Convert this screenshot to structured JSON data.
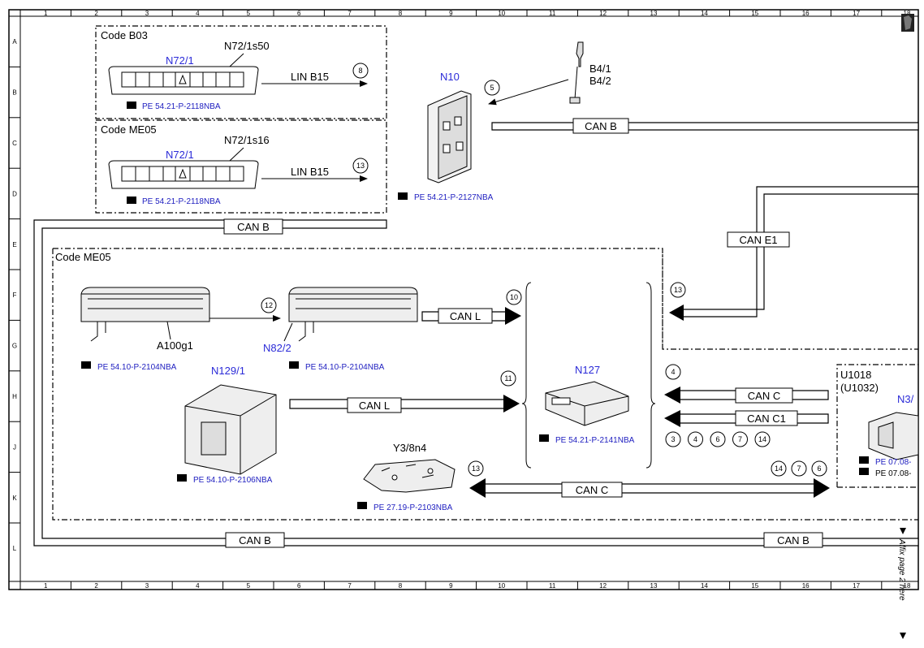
{
  "grid": {
    "columns": [
      "1",
      "2",
      "3",
      "4",
      "5",
      "6",
      "7",
      "8",
      "9",
      "10",
      "11",
      "12",
      "13",
      "14",
      "15",
      "16",
      "17",
      "18"
    ],
    "rows": [
      "A",
      "B",
      "C",
      "D",
      "E",
      "F",
      "G",
      "H",
      "J",
      "K",
      "L"
    ]
  },
  "sections": {
    "b03": {
      "label": "Code B03",
      "component": "N72/1",
      "switch": "N72/1s50",
      "bus": "LIN B15",
      "circle": "8",
      "ref": "PE 54.21-P-2118NBA"
    },
    "me05_top": {
      "label": "Code ME05",
      "component": "N72/1",
      "switch": "N72/1s16",
      "bus": "LIN B15",
      "circle": "13",
      "ref": "PE 54.21-P-2118NBA"
    },
    "me05_main": {
      "label": "Code ME05"
    },
    "u1018": {
      "label": "U1018",
      "sublabel": "(U1032)",
      "component": "N3/",
      "ref1": "PE 07.08-",
      "ref2": "PE 07.08-"
    }
  },
  "components": {
    "n10": {
      "label": "N10",
      "ref": "PE 54.21-P-2127NBA",
      "circle": "5"
    },
    "b4": {
      "label1": "B4/1",
      "label2": "B4/2"
    },
    "a100g1": {
      "label": "A100g1",
      "ref": "PE 54.10-P-2104NBA"
    },
    "n82_2": {
      "label": "N82/2",
      "ref": "PE 54.10-P-2104NBA",
      "circle": "12"
    },
    "n129_1": {
      "label": "N129/1",
      "ref": "PE 54.10-P-2106NBA"
    },
    "n127": {
      "label": "N127",
      "ref": "PE 54.21-P-2141NBA"
    },
    "y3_8n4": {
      "label": "Y3/8n4",
      "ref": "PE 27.19-P-2103NBA"
    }
  },
  "buses": {
    "can_b_top": "CAN B",
    "can_b_left": "CAN B",
    "can_e1": "CAN E1",
    "can_l_top": "CAN L",
    "can_l_mid": "CAN L",
    "can_c_right": "CAN C",
    "can_c1": "CAN C1",
    "can_c_bottom": "CAN C",
    "can_b_bottom_left": "CAN B",
    "can_b_bottom_right": "CAN B"
  },
  "circles": {
    "c10": "10",
    "c11": "11",
    "c13_right": "13",
    "c4": "4",
    "c13_bottom": "13",
    "row_n127": [
      "3",
      "4",
      "6",
      "7",
      "14"
    ],
    "row_bottom_right": [
      "14",
      "7",
      "6"
    ]
  },
  "side_note": "Affix page 2 here",
  "colors": {
    "component_label": "#2b2bd8",
    "reference": "#2020c0",
    "line": "#000000"
  }
}
